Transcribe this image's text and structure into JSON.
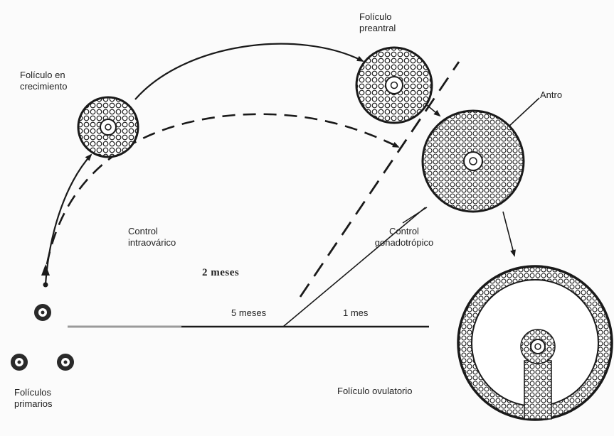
{
  "labels": {
    "growing_follicle": "Folículo en\ncrecimiento",
    "preantral_follicle": "Folículo\npreantral",
    "antrum": "Antro",
    "intraovarian_control": "Control\nintraovárico",
    "gonadotropic_control": "Control\ngonadotrópico",
    "two_months": "2 meses",
    "five_months": "5 meses",
    "one_month": "1 mes",
    "primary_follicles": "Folículos\nprimarios",
    "ovulatory_follicle": "Folículo ovulatorio"
  },
  "colors": {
    "ink": "#1a1a1a",
    "background": "#fbfbfb"
  }
}
